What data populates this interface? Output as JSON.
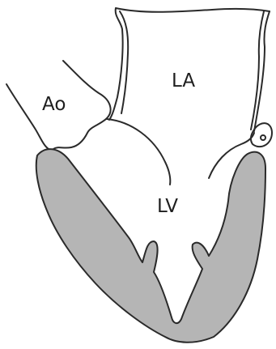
{
  "labels": {
    "aorta": "Ao",
    "left_atrium": "LA",
    "left_ventricle": "LV"
  },
  "colors": {
    "myocardium": "#b5b5b5",
    "outline": "#2a2a2a",
    "background": "#ffffff"
  }
}
